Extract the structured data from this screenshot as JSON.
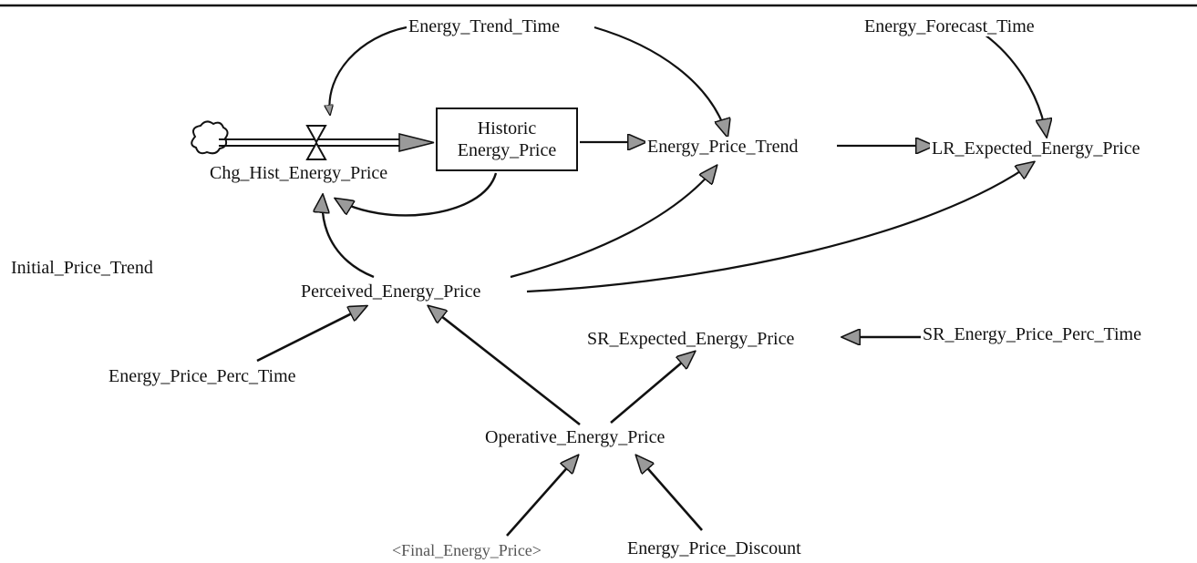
{
  "diagram": {
    "stock": {
      "line1": "Historic",
      "line2": "Energy_Price"
    },
    "flow_label": "Chg_Hist_Energy_Price",
    "variables": {
      "energy_trend_time": "Energy_Trend_Time",
      "energy_forecast_time": "Energy_Forecast_Time",
      "energy_price_trend": "Energy_Price_Trend",
      "lr_expected_energy_price": "LR_Expected_Energy_Price",
      "initial_price_trend": "Initial_Price_Trend",
      "perceived_energy_price": "Perceived_Energy_Price",
      "sr_expected_energy_price": "SR_Expected_Energy_Price",
      "sr_energy_price_perc_time": "SR_Energy_Price_Perc_Time",
      "energy_price_perc_time": "Energy_Price_Perc_Time",
      "operative_energy_price": "Operative_Energy_Price",
      "final_energy_price": "<Final_Energy_Price>",
      "energy_price_discount": "Energy_Price_Discount"
    }
  },
  "colors": {
    "ink": "#111111",
    "arrowhead_fill": "#9a9a9a",
    "shadow_text": "#555555"
  }
}
